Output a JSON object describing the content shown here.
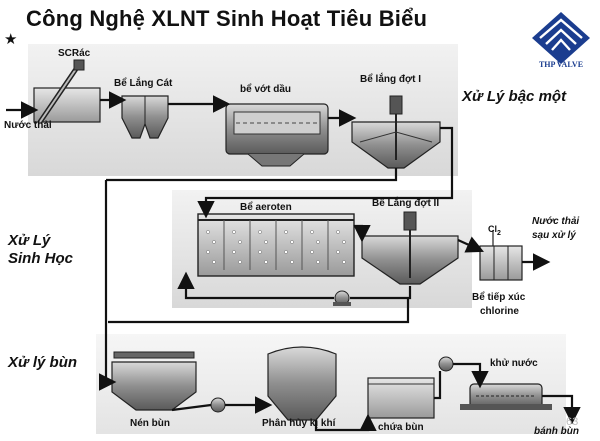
{
  "title": "Công Nghệ XLNT Sinh Hoạt Tiêu Biểu",
  "logo": {
    "text": "THP VALVE",
    "color_blue": "#1b3d8f"
  },
  "sections": {
    "primary": "Xử Lý bậc một",
    "biological_line1": "Xử Lý",
    "biological_line2": "Sinh Học",
    "sludge": "Xử lý bùn"
  },
  "labels": {
    "screen": "SCRác",
    "raw_water": "Nước thải",
    "grit_tank": "Bể Lắng Cát",
    "grease_tank": "bể vớt dầu",
    "primary_clarifier": "Bể lắng đợt I",
    "aeration_tank": "Bể aeroten",
    "secondary_clarifier": "Bể Lắng đợt II",
    "chlorine_symbol": "Cl",
    "chlorine_subscript": "2",
    "treated_water_line1": "Nước thải",
    "treated_water_line2": "sạu xử lý",
    "chlorine_tank_line1": "Bể tiếp xúc",
    "chlorine_tank_line2": "chlorine",
    "thickener": "Nén bùn",
    "digester": "Phân hủy kị khí",
    "sludge_storage": "chứa bùn",
    "dewatering": "khử nước",
    "sludge_cake": "bánh bùn"
  },
  "watermark": "63"
}
